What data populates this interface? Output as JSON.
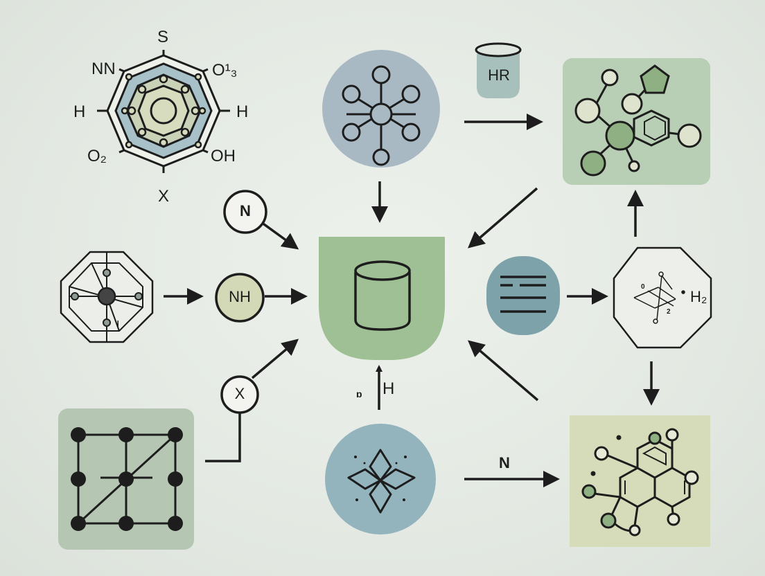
{
  "molecule_labels": {
    "top": "S",
    "upper_left": "NN",
    "upper_right": "O¹₃",
    "left": "H",
    "right": "H",
    "lower_left": "O₂",
    "lower_right": "OH",
    "bottom": "X"
  },
  "node_labels": {
    "n_circle": "N",
    "nh_circle": "NH",
    "x_circle": "X",
    "hr_cup": "HR",
    "h2_hex": "H₂",
    "h2_hex_small_0": "0",
    "h2_hex_small_2": "2",
    "center_bottom_h": "H",
    "center_bottom_small": "ɒ",
    "bottom_arrow_label": "N",
    "octagon_small": "I"
  },
  "colors": {
    "stroke": "#1d1d1d",
    "slate_circle": "#a9b9c3",
    "green_box": "#b9cfb5",
    "green_center": "#9fbf94",
    "teal_pill": "#7ea2aa",
    "olive_box": "#d6dcb9",
    "sage_box": "#b5c7b2",
    "khaki_circle": "#d3d8b7",
    "blue_circle": "#93b3bd",
    "cup_fill": "#a8c0bb"
  }
}
